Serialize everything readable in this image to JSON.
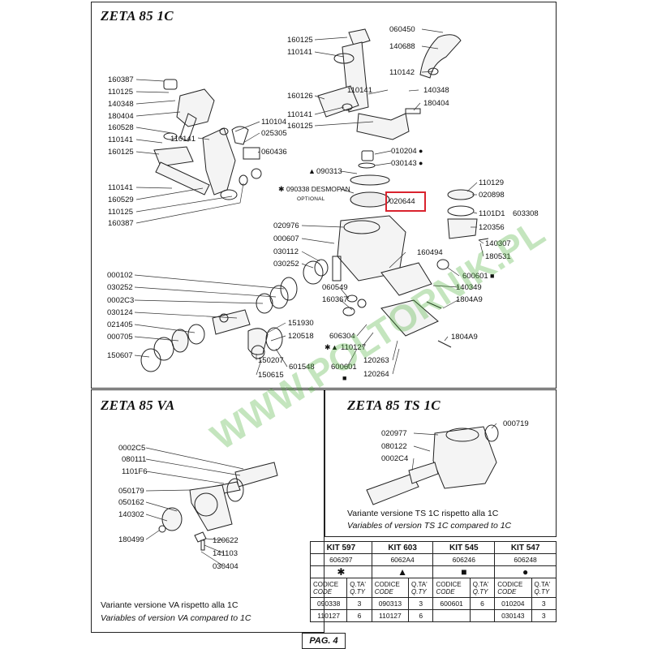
{
  "sections": {
    "zeta85_1c": "ZETA 85 1C",
    "zeta85_va": "ZETA 85 VA",
    "zeta85_ts": "ZETA 85 TS 1C"
  },
  "optional_label": "OPTIONAL",
  "highlighted_part": "020644",
  "watermark": "WWW.POLTORNIK.PL",
  "parts_1c": {
    "p160387a": "160387",
    "p110125a": "110125",
    "p140348a": "140348",
    "p180404a": "180404",
    "p160528": "160528",
    "p110141a": "110141",
    "p160125a": "160125",
    "p110141b": "110141",
    "p110141c": "110141",
    "p160529": "160529",
    "p110125b": "110125",
    "p160387b": "160387",
    "p110104": "110104",
    "p025305": "025305",
    "p060436": "060436",
    "p160125b": "160125",
    "p110141d": "110141",
    "p160126": "160126",
    "p110141e": "110141",
    "p110141f": "110141",
    "p160125c": "160125",
    "p060450": "060450",
    "p140688": "140688",
    "p110142": "110142",
    "p140348b": "140348",
    "p180404b": "180404",
    "p010204": "010204",
    "p030143": "030143",
    "p090313": "090313",
    "p090338": "090338 DESMOPAN",
    "p020644": "020644",
    "p110129": "110129",
    "p020898": "020898",
    "p1101D1": "1101D1",
    "p603308": "603308",
    "p120356": "120356",
    "p140307": "140307",
    "p180531": "180531",
    "p020976": "020976",
    "p000607": "000607",
    "p030112": "030112",
    "p030252a": "030252",
    "p160494": "160494",
    "p600601a": "600601",
    "p060549": "060549",
    "p140349": "140349",
    "p160367": "160367",
    "p1804A9a": "1804A9",
    "p000102": "000102",
    "p030252b": "030252",
    "p0002C3": "0002C3",
    "p030124": "030124",
    "p021405": "021405",
    "p000705": "000705",
    "p150607": "150607",
    "p151930": "151930",
    "p120518": "120518",
    "p150207": "150207",
    "p150615": "150615",
    "p601548": "601548",
    "p606304": "606304",
    "p110127": "110127",
    "p600601b": "600601",
    "p120263": "120263",
    "p120264": "120264",
    "p1804A9b": "1804A9"
  },
  "parts_va": {
    "p0002C5": "0002C5",
    "p080111": "080111",
    "p1101F6": "1101F6",
    "p050179": "050179",
    "p050162": "050162",
    "p140302": "140302",
    "p180499": "180499",
    "p120622": "120622",
    "p141103": "141103",
    "p030404": "030404"
  },
  "parts_ts": {
    "p020977": "020977",
    "p080122": "080122",
    "p0002C4": "0002C4",
    "p000719": "000719"
  },
  "notes": {
    "ts_it": "Variante versione TS 1C rispetto alla 1C",
    "ts_en": "Variables of version TS 1C compared to 1C",
    "va_it": "Variante versione VA rispetto alla 1C",
    "va_en": "Variables of version VA compared to 1C"
  },
  "kits": {
    "headers": [
      "KIT 597",
      "KIT 603",
      "KIT 545",
      "KIT 547"
    ],
    "codes": [
      "606297",
      "6062A4",
      "606246",
      "606248"
    ],
    "symbols": [
      "✱",
      "▲",
      "■",
      "●"
    ],
    "col_code": "CODICE",
    "col_code_en": "CODE",
    "col_qty": "Q.TA'",
    "col_qty_en": "Q.TY",
    "rows": [
      [
        "090338",
        "3",
        "090313",
        "3",
        "600601",
        "6",
        "010204",
        "3"
      ],
      [
        "110127",
        "6",
        "110127",
        "6",
        "",
        "",
        "030143",
        "3"
      ]
    ]
  },
  "page": "PAG. 4"
}
